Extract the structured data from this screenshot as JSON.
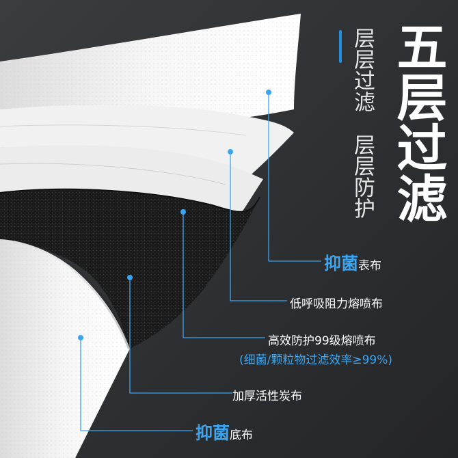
{
  "title": "五层过滤",
  "subtitle_col1": "层层过滤",
  "subtitle_col2": "层层防护",
  "colors": {
    "background": "#2c2e31",
    "accent": "#3aa5f0",
    "layer_white": "#f2f2f2",
    "layer_black": "#1b1b1b"
  },
  "layers": [
    {
      "prefix": "抑菌",
      "text": "表布"
    },
    {
      "prefix": "",
      "text": "低呼吸阻力熔喷布"
    },
    {
      "prefix": "",
      "text": "高效防护99级熔喷布",
      "note": "(细菌/颗粒物过滤效率≥99%)"
    },
    {
      "prefix": "",
      "text": "加厚活性炭布"
    },
    {
      "prefix": "抑菌",
      "text": "底布"
    }
  ]
}
